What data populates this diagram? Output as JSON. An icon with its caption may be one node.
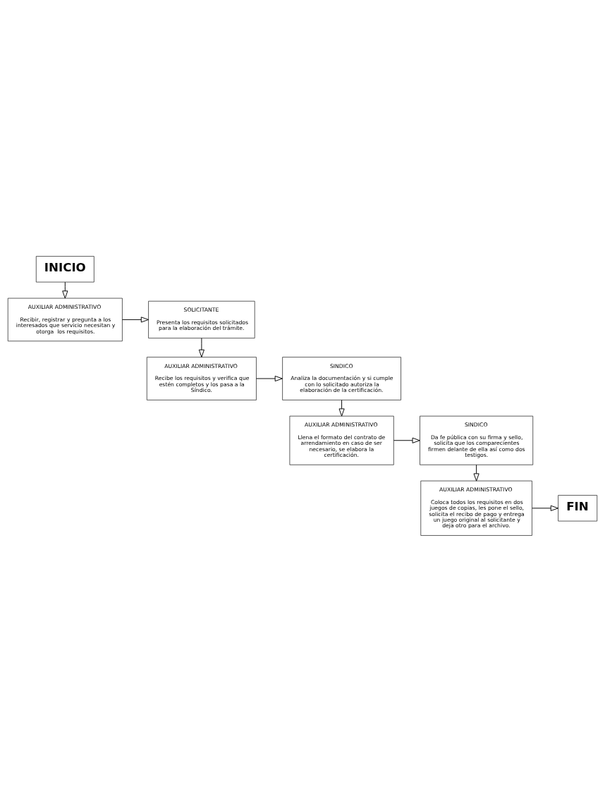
{
  "diagram": {
    "nodes": [
      {
        "text": [
          "INICIO"
        ]
      },
      {
        "text": [
          "AUXILIAR ADMINISTRATIVO",
          "Recibir, registrar y pregunta a los interesados que servicio necesitan y otorga  los requisitos."
        ]
      },
      {
        "text": [
          "SOLICITANTE",
          "Presenta los requisitos solicitados para la elaboración del trámite."
        ]
      },
      {
        "text": [
          "SINDICO",
          "Analiza la documentación y si cumple con lo solicitado autoriza la elaboración de la certificación."
        ]
      },
      {
        "text": [
          "AUXILIAR ADMINISTRATIVO",
          "Recibe los requisitos y verifica que estén completos y los pasa a la Síndico."
        ]
      },
      {
        "text": [
          "AUXILIAR ADMINISTRATIVO",
          "Llena el formato del contrato de arrendamiento en caso de ser necesario, se elabora la certificación."
        ]
      },
      {
        "text": [
          "SINDICO",
          "Da fe pública con su firma y sello, solicita que los comparecientes firmen delante de ella así como dos testigos."
        ]
      },
      {
        "text": [
          "AUXILIAR ADMINISTRATIVO",
          "Coloca todos los requisitos en dos juegos de copias, les pone el sello, solicita el recibo de pago y entrega un juego original al solicitante y deja otro para el archivo."
        ]
      },
      {
        "text": [
          "FIN"
        ]
      }
    ],
    "edges": [
      {
        "from": 0,
        "to": 1,
        "arrow": "to"
      },
      {
        "from": 1,
        "to": 2,
        "arrow": "to"
      },
      {
        "from": 2,
        "to": 4,
        "arrow": "to"
      },
      {
        "from": 4,
        "to": 3,
        "arrow": "to"
      },
      {
        "from": 3,
        "to": 5,
        "arrow": "to"
      },
      {
        "from": 5,
        "to": 6,
        "arrow": "to"
      },
      {
        "from": 6,
        "to": 7,
        "arrow": "to"
      },
      {
        "from": 7,
        "to": 8,
        "arrow": "to"
      }
    ]
  }
}
